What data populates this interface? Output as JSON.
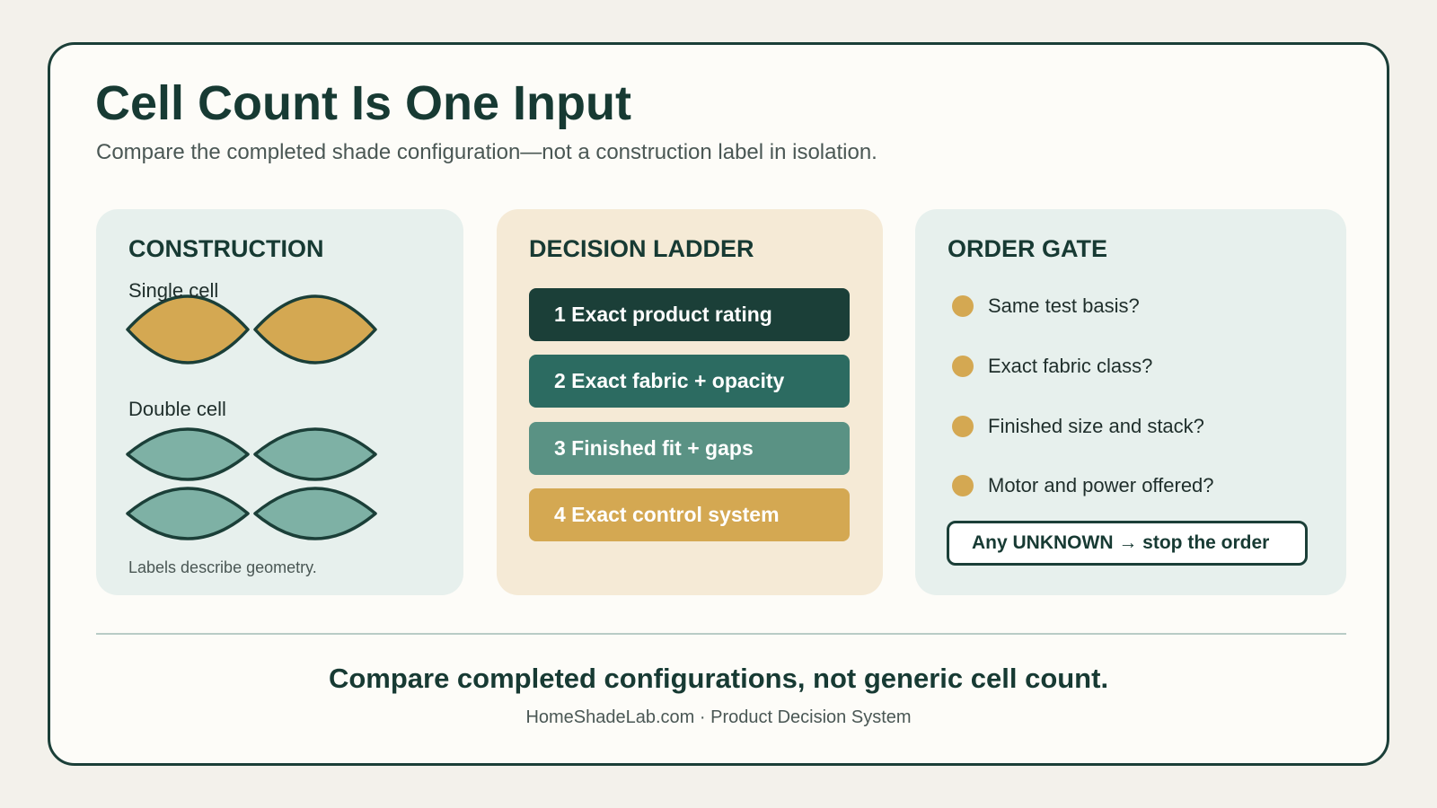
{
  "header": {
    "title": "Cell Count Is One Input",
    "subtitle": "Compare the completed shade configuration—not a construction label in isolation."
  },
  "construction": {
    "heading": "CONSTRUCTION",
    "single_label": "Single cell",
    "double_label": "Double cell",
    "note": "Labels describe geometry.",
    "colors": {
      "single": "#d4a852",
      "double": "#7eb1a5",
      "outline": "#1b3f38"
    }
  },
  "ladder": {
    "heading": "DECISION LADDER",
    "steps": [
      {
        "label": "1 Exact product rating",
        "color": "#1b3f38"
      },
      {
        "label": "2 Exact fabric + opacity",
        "color": "#2c6b61"
      },
      {
        "label": "3 Finished fit + gaps",
        "color": "#5a9284"
      },
      {
        "label": "4 Exact control system",
        "color": "#d4a852"
      }
    ]
  },
  "gate": {
    "heading": "ORDER GATE",
    "items": [
      "Same test basis?",
      "Exact fabric class?",
      "Finished size and stack?",
      "Motor and power offered?"
    ],
    "stop_label": "Any UNKNOWN → stop the order",
    "dot_color": "#d4a852"
  },
  "footer": {
    "tagline": "Compare completed configurations, not generic cell count.",
    "credit": "HomeShadeLab.com · Product Decision System"
  }
}
